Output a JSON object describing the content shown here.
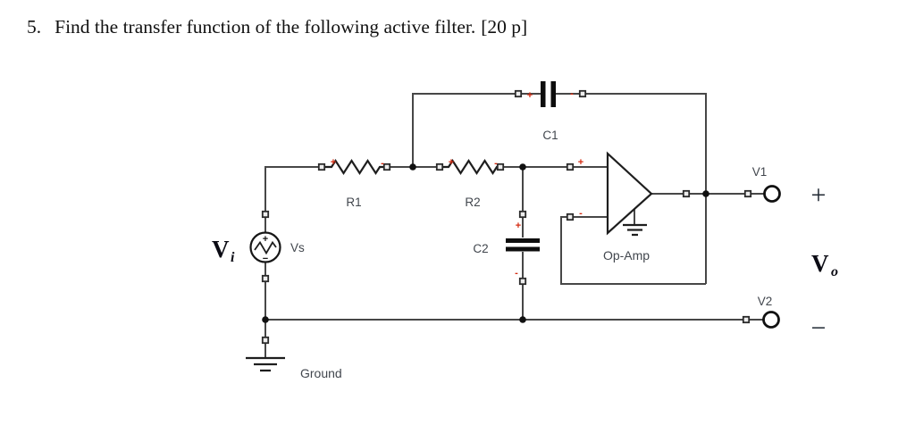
{
  "question": {
    "number": "5.",
    "text": "Find the transfer function of the following active filter.",
    "points": "[20 p]"
  },
  "circuit": {
    "component_labels": {
      "c1": "C1",
      "r1": "R1",
      "r2": "R2",
      "c2": "C2",
      "opamp": "Op-Amp",
      "source": "Vs",
      "ground": "Ground"
    },
    "terminal_labels": {
      "v1": "V1",
      "v2": "V2"
    },
    "output_signs": {
      "plus": "+",
      "minus": "−"
    },
    "source_signs": {
      "plus": "+",
      "minus": "−"
    },
    "polarity_marks": {
      "plus": "+",
      "minus": "-"
    },
    "signal_labels": {
      "vin_main": "V",
      "vin_sub": "i",
      "vout_main": "V",
      "vout_sub": "o"
    },
    "colors": {
      "wire": "#474747",
      "component_stroke": "#1e1e1e",
      "capacitor_plate": "#0d0d0d",
      "label_text": "#41464d",
      "polarity_mark": "#d42a10",
      "question_text": "#111111",
      "signal_text": "#0b0b14"
    }
  }
}
